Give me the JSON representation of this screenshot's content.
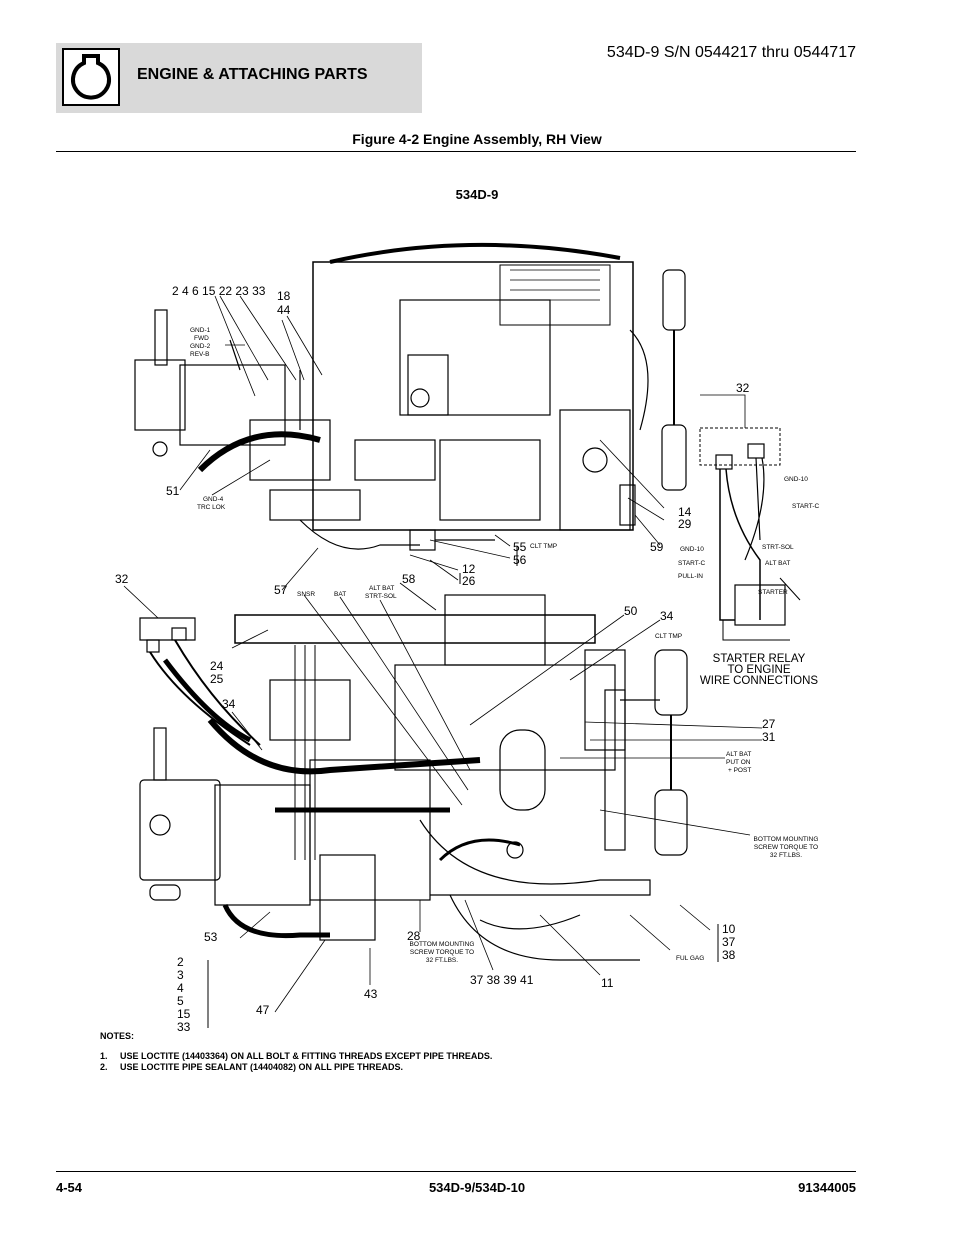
{
  "header": {
    "section_title": "ENGINE & ATTACHING PARTS",
    "serial_range": "534D-9 S/N 0544217 thru 0544717"
  },
  "figure": {
    "title": "Figure 4-2 Engine Assembly, RH View",
    "model": "534D-9"
  },
  "callouts_upper": {
    "c_2_4_6": "2  4  6  15  22  23  33",
    "c_18": "18",
    "c_44": "44",
    "c_51": "51",
    "c_14": "14",
    "c_29": "29",
    "c_59": "59",
    "c_55": "55",
    "c_56": "56",
    "c_12": "12",
    "c_26": "26",
    "c_57": "57",
    "c_32a": "32"
  },
  "labels_upper": {
    "gnd1": "GND-1",
    "fwd": "FWD",
    "gnd2": "GND-2",
    "revb": "REV-B",
    "gnd4": "GND-4",
    "trclok": "TRC LOK",
    "clttmp": "CLT TMP"
  },
  "relay_detail": {
    "gnd10a": "GND-10",
    "startc_a": "START-C",
    "gnd10b": "GND-10",
    "startsol": "STRT-SOL",
    "startc_b": "START-C",
    "altbat": "ALT BAT",
    "pullin": "PULL-IN",
    "starter": "STARTER",
    "caption1": "STARTER RELAY",
    "caption2": "TO ENGINE",
    "caption3": "WIRE CONNECTIONS"
  },
  "callouts_lower": {
    "c_32b": "32",
    "c_58": "58",
    "c_50": "50",
    "c_34a": "34",
    "c_24": "24",
    "c_25": "25",
    "c_34b": "34",
    "c_27": "27",
    "c_31": "31",
    "c_53": "53",
    "c_28": "28",
    "c_43": "43",
    "c_47": "47",
    "c_37_41": "37 38 39 41",
    "c_11": "11",
    "c_10": "10",
    "c_37": "37",
    "c_38": "38",
    "stack": [
      "2",
      "3",
      "4",
      "5",
      "15",
      "33"
    ]
  },
  "labels_lower": {
    "snsr": "SNSR",
    "bat": "BAT",
    "altbat1": "ALT BAT",
    "strtsol": "STRT-SOL",
    "clttmp": "CLT TMP",
    "altbatput1": "ALT BAT",
    "altbatput2": "PUT ON",
    "altbatput3": "+ POST",
    "bm_right1": "BOTTOM MOUNTING",
    "bm_right2": "SCREW TORQUE TO",
    "bm_right3": "32 FT.LBS.",
    "bm_left1": "BOTTOM MOUNTING",
    "bm_left2": "SCREW TORQUE TO",
    "bm_left3": "32 FT.LBS.",
    "fulgag": "FUL GAG"
  },
  "notes": {
    "heading": "NOTES:",
    "items": [
      {
        "num": "1.",
        "text": "USE LOCTITE (14403364) ON ALL BOLT & FITTING THREADS EXCEPT PIPE THREADS."
      },
      {
        "num": "2.",
        "text": "USE LOCTITE PIPE SEALANT (14404082) ON ALL PIPE THREADS."
      }
    ]
  },
  "footer": {
    "page": "4-54",
    "model": "534D-9/534D-10",
    "part_number": "91344005"
  }
}
